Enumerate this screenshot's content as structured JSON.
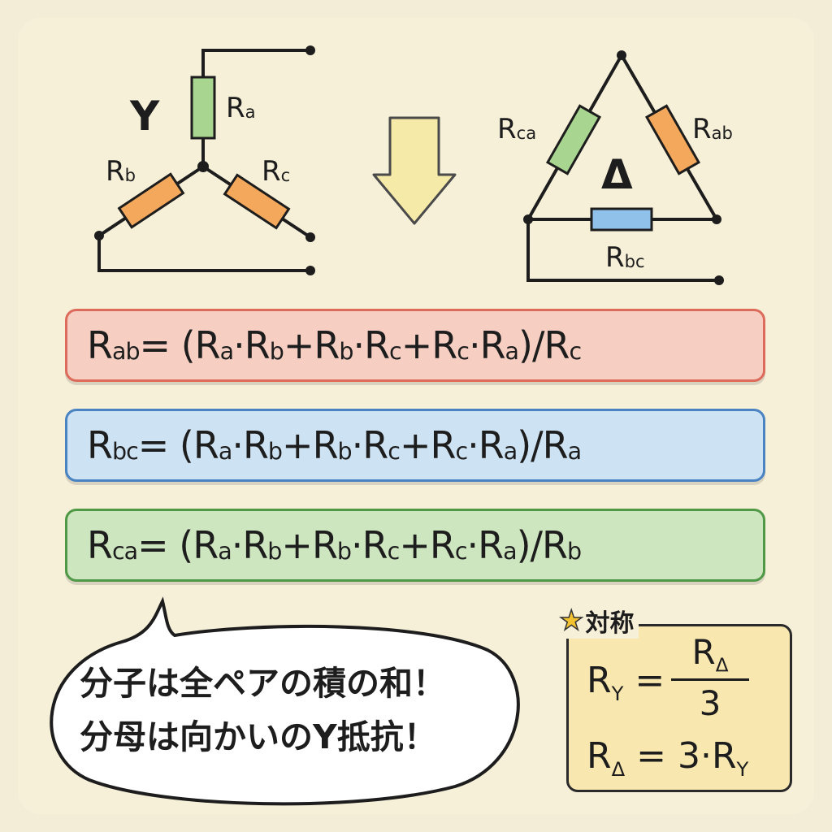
{
  "y_circuit": {
    "title": "Y",
    "ra": {
      "base": "R",
      "sub": "a"
    },
    "rb": {
      "base": "R",
      "sub": "b"
    },
    "rc": {
      "base": "R",
      "sub": "c"
    }
  },
  "delta_circuit": {
    "title": "Δ",
    "rca": {
      "base": "R",
      "sub": "ca"
    },
    "rab": {
      "base": "R",
      "sub": "ab"
    },
    "rbc": {
      "base": "R",
      "sub": "bc"
    }
  },
  "colors": {
    "green": "#a8d58f",
    "orange": "#f4a85c",
    "blue": "#8fc1ea",
    "arrow": "#f6eaa8"
  },
  "formulas": [
    {
      "id": "ab",
      "tokens": [
        [
          "R",
          "ab"
        ],
        [
          " = (",
          ""
        ],
        [
          "R",
          "a"
        ],
        [
          "·",
          ""
        ],
        [
          "R",
          "b"
        ],
        [
          " + ",
          ""
        ],
        [
          "R",
          "b"
        ],
        [
          "·",
          ""
        ],
        [
          "R",
          "c"
        ],
        [
          " + ",
          ""
        ],
        [
          "R",
          "c"
        ],
        [
          "·",
          ""
        ],
        [
          "R",
          "a"
        ],
        [
          ")/",
          ""
        ],
        [
          "R",
          "c"
        ]
      ]
    },
    {
      "id": "bc",
      "tokens": [
        [
          "R",
          "bc"
        ],
        [
          " = (",
          ""
        ],
        [
          "R",
          "a"
        ],
        [
          "·",
          ""
        ],
        [
          "R",
          "b"
        ],
        [
          " + ",
          ""
        ],
        [
          "R",
          "b"
        ],
        [
          "·",
          ""
        ],
        [
          "R",
          "c"
        ],
        [
          " + ",
          ""
        ],
        [
          "R",
          "c"
        ],
        [
          "·",
          ""
        ],
        [
          "R",
          "a"
        ],
        [
          ")/",
          ""
        ],
        [
          "R",
          "a"
        ]
      ]
    },
    {
      "id": "ca",
      "tokens": [
        [
          "R",
          "ca"
        ],
        [
          " = (",
          ""
        ],
        [
          "R",
          "a"
        ],
        [
          "·",
          ""
        ],
        [
          "R",
          "b"
        ],
        [
          " + ",
          ""
        ],
        [
          "R",
          "b"
        ],
        [
          "·",
          ""
        ],
        [
          "R",
          "c"
        ],
        [
          " + ",
          ""
        ],
        [
          "R",
          "c"
        ],
        [
          "·",
          ""
        ],
        [
          "R",
          "a"
        ],
        [
          ")/",
          ""
        ],
        [
          "R",
          "b"
        ]
      ]
    }
  ],
  "bubble": {
    "line1": "分子は全ペアの積の和！",
    "line2": "分母は向かいのY抵抗！"
  },
  "symmetry": {
    "title": "対称",
    "eq1_lhs": "R",
    "eq1_lhs_sub": "Y",
    "eq1_op": " =",
    "eq1_num": "R",
    "eq1_num_sub": "Δ",
    "eq1_den": "3",
    "eq2_lhs": "R",
    "eq2_lhs_sub": "Δ",
    "eq2_rhs": " = 3·R",
    "eq2_rhs_sub": "Y"
  }
}
